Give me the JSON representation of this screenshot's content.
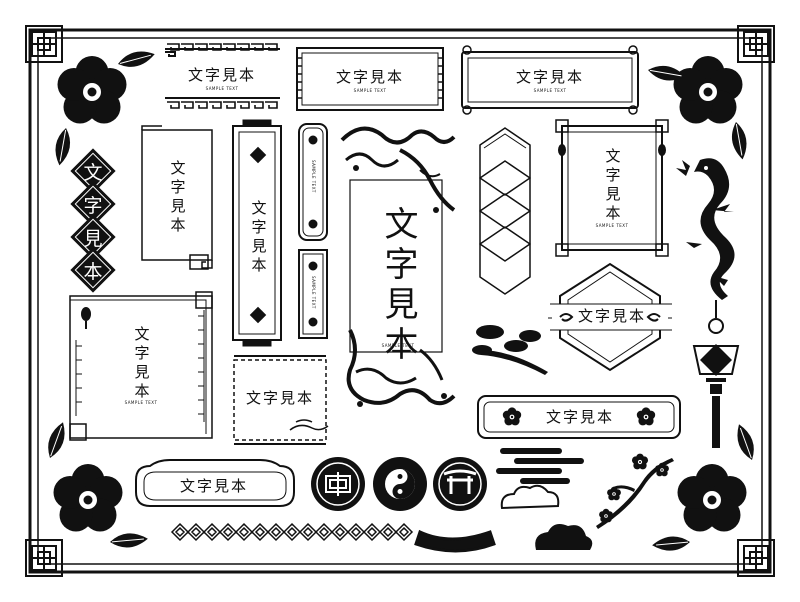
{
  "sample": {
    "word": "文字見本",
    "sub": "SAMPLE TEXT",
    "diamond_chars": [
      "文",
      "字",
      "見",
      "本"
    ]
  },
  "icons": [
    "plum-flower-icon",
    "lantern-icon",
    "dragon-icon",
    "cloud-icon",
    "wave-icon",
    "pine-branch-icon",
    "yin-yang-icon",
    "torii-gate-icon",
    "lattice-pattern-icon"
  ]
}
